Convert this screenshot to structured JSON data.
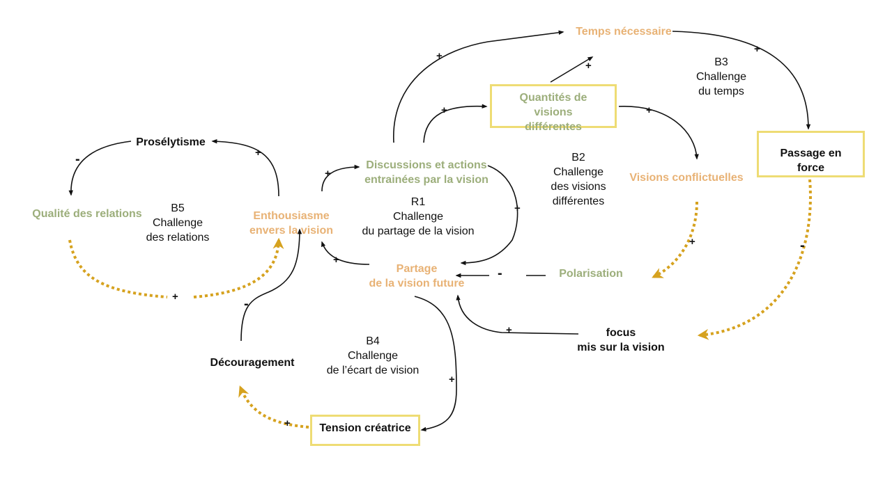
{
  "colors": {
    "green_text": "#9cae7b",
    "orange_text": "#e8b275",
    "box_border": "#eedc74",
    "dotted_arrow": "#d6a21f",
    "solid_arrow": "#111111"
  },
  "nodes": {
    "temps": "Temps nécessaire",
    "quantites": "Quantités de visions\ndifférentes",
    "discussions": "Discussions et actions\nentrainées par la vision",
    "visions_conflictuelles": "Visions conflictuelles",
    "passage": "Passage en force",
    "proselytisme": "Prosélytisme",
    "qualite": "Qualité des relations",
    "enthousiasme": "Enthousiasme\nenvers la vision",
    "partage": "Partage\nde la vision future",
    "polarisation": "Polarisation",
    "focus": "focus\nmis sur la vision",
    "decouragement": "Découragement",
    "tension": "Tension créatrice"
  },
  "loops": {
    "b3": "B3\nChallenge\ndu temps",
    "b2": "B2\nChallenge\ndes visions\ndifférentes",
    "r1": "R1\nChallenge\ndu partage de la vision",
    "b5": "B5\nChallenge\ndes relations",
    "b4": "B4\nChallenge\nde l’écart de vision"
  },
  "signs": {
    "s1": "+",
    "s2": "+",
    "s3": "+",
    "s4": "+",
    "s5": "+",
    "s6": "+",
    "s7": "+",
    "s8": "-",
    "s9": "+",
    "s10": "+",
    "s11": "-",
    "s12": "+",
    "s13": "-",
    "s14": "+",
    "s15": "-",
    "s16": "+",
    "s17": "+",
    "s18": "+",
    "s19": "-",
    "s20": "+"
  }
}
